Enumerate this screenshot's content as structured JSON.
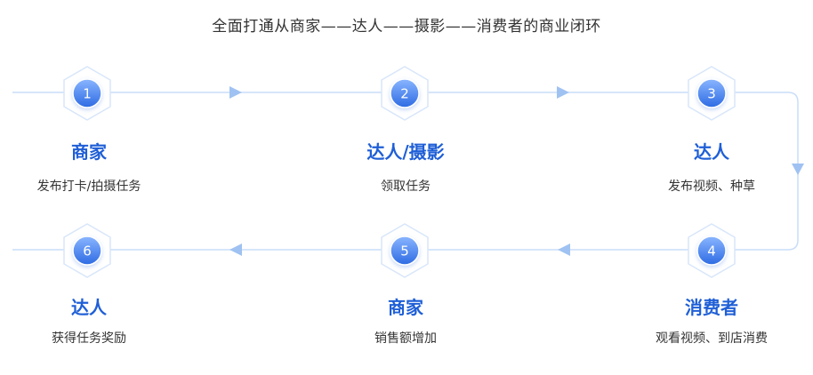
{
  "title": "全面打通从商家——达人——摄影——消费者的商业闭环",
  "colors": {
    "line": "#c9ddf8",
    "arrow": "#9fc2f2",
    "hexStroke": "#d8e6fa",
    "circleTop": "#86b4ff",
    "circleBottom": "#2f6fe6",
    "name": "#1f5fd6",
    "text": "#333333"
  },
  "steps": [
    {
      "num": "1",
      "name": "商家",
      "desc": "发布打卡/拍摄任务"
    },
    {
      "num": "2",
      "name": "达人/摄影",
      "desc": "领取任务"
    },
    {
      "num": "3",
      "name": "达人",
      "desc": "发布视频、种草"
    },
    {
      "num": "4",
      "name": "消费者",
      "desc": "观看视频、到店消费"
    },
    {
      "num": "5",
      "name": "商家",
      "desc": "销售额增加"
    },
    {
      "num": "6",
      "name": "达人",
      "desc": "获得任务奖励"
    }
  ]
}
